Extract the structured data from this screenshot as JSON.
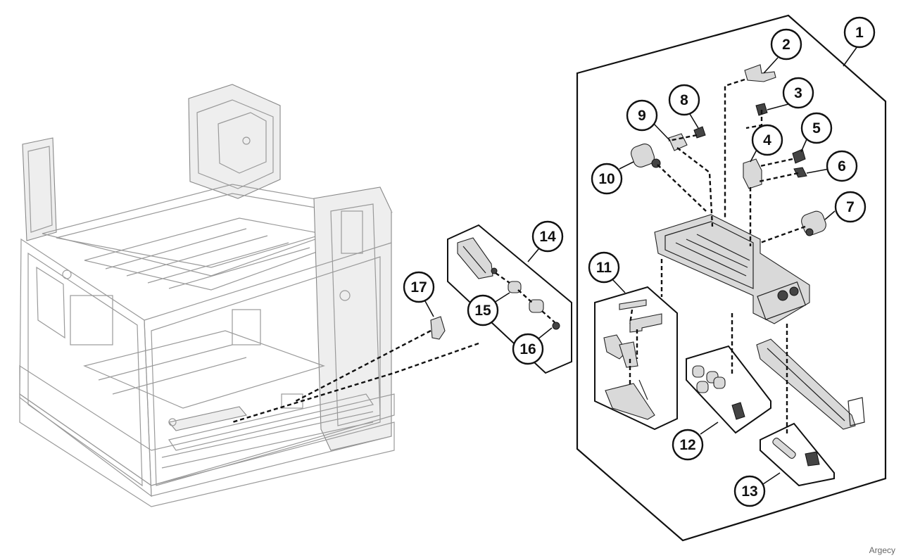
{
  "callouts": [
    "1",
    "2",
    "3",
    "4",
    "5",
    "6",
    "7",
    "8",
    "9",
    "10",
    "11",
    "12",
    "13",
    "14",
    "15",
    "16",
    "17"
  ],
  "watermark": "Argecy"
}
